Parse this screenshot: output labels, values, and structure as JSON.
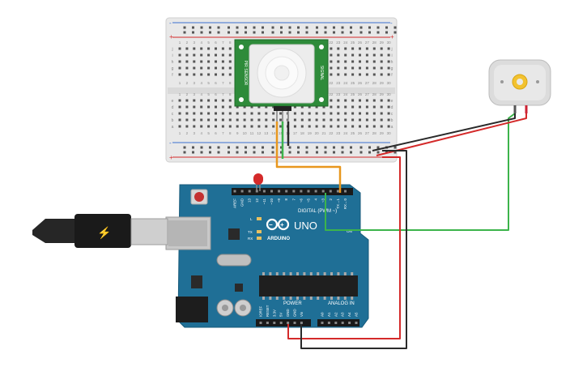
{
  "breadboard": {
    "col_numbers": [
      "1",
      "2",
      "3",
      "4",
      "5",
      "6",
      "7",
      "8",
      "9",
      "10",
      "11",
      "12",
      "13",
      "14",
      "15",
      "16",
      "17",
      "18",
      "19",
      "20",
      "21",
      "22",
      "23",
      "24",
      "25",
      "26",
      "27",
      "28",
      "29",
      "30"
    ],
    "row_letters_top": [
      "j",
      "i",
      "h",
      "g",
      "f"
    ],
    "row_letters_bottom": [
      "e",
      "d",
      "c",
      "b",
      "a"
    ],
    "rail_plus": "+",
    "rail_minus": "-"
  },
  "pir_sensor": {
    "label_left": "PIR SENSOR",
    "label_right": "SIGNAL"
  },
  "arduino": {
    "brand": "ARDUINO",
    "model": "UNO",
    "digital_label": "DIGITAL (PWM ~)",
    "power_label": "POWER",
    "analog_label": "ANALOG IN",
    "top_pins": [
      "AREF",
      "GND",
      "13",
      "12",
      "~11",
      "~10",
      "~9",
      "8",
      "7",
      "~6",
      "~5",
      "4",
      "~3",
      "2",
      "TX→1",
      "RX←0"
    ],
    "power_pins": [
      "IOREF",
      "RESET",
      "3.3V",
      "5V",
      "GND",
      "GND",
      "Vin"
    ],
    "analog_pins": [
      "A0",
      "A1",
      "A2",
      "A3",
      "A4",
      "A5"
    ],
    "led_labels": [
      "L",
      "TX",
      "RX"
    ],
    "on_label": "ON"
  },
  "colors": {
    "board_blue": "#1f6f96",
    "wire_orange": "#e8971e",
    "wire_green": "#3cb44b",
    "wire_red": "#d42a2a",
    "wire_black": "#2a2a2a",
    "pir_green": "#2e8b3a"
  }
}
